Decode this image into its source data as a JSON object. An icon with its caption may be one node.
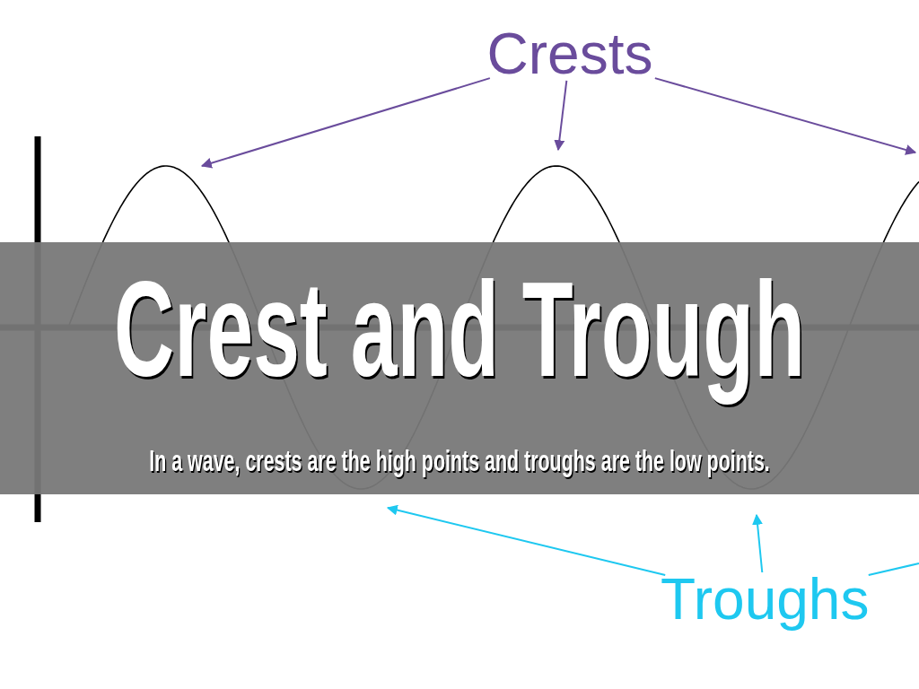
{
  "diagram": {
    "title": "Crest and Trough",
    "caption": "In a wave, crests are the high points and troughs are the low points.",
    "nodes": [
      {
        "text": [
          "Crests"
        ]
      },
      {
        "text": [
          "Troughs"
        ]
      }
    ],
    "edges": [
      {
        "from": 0,
        "to": null,
        "arrow": "to",
        "color": "#6a4c9c"
      },
      {
        "from": 0,
        "to": null,
        "arrow": "to",
        "color": "#6a4c9c"
      },
      {
        "from": 0,
        "to": null,
        "arrow": "to",
        "color": "#6a4c9c"
      },
      {
        "from": 1,
        "to": null,
        "arrow": "to",
        "color": "#1ec8f0"
      },
      {
        "from": 1,
        "to": null,
        "arrow": "to",
        "color": "#1ec8f0"
      },
      {
        "from": 1,
        "to": null,
        "arrow": "none",
        "color": "#1ec8f0"
      }
    ]
  }
}
